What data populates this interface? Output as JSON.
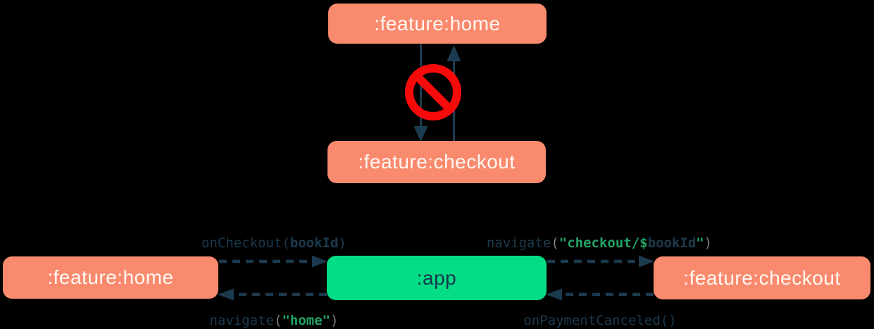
{
  "top_section": {
    "home_box": ":feature:home",
    "checkout_box": ":feature:checkout",
    "forbidden_icon": "no-entry-icon",
    "meaning": "direct dependency between feature modules is forbidden"
  },
  "bottom_section": {
    "home_box": ":feature:home",
    "app_box": ":app",
    "checkout_box": ":feature:checkout",
    "labels": {
      "on_checkout": {
        "fn_and_open": "onCheckout(",
        "arg": "bookId",
        "close": ")"
      },
      "navigate_checkout": {
        "fn": "navigate",
        "open": "(",
        "string_open": "\"checkout/$",
        "interpolated": "bookId",
        "string_close": "\"",
        "close": ")"
      },
      "navigate_home": {
        "fn": "navigate",
        "open": "(",
        "string": "\"home\"",
        "close": ")"
      },
      "on_payment_canceled": "onPaymentCanceled()"
    }
  },
  "colors": {
    "background": "#000000",
    "feature_box": "#FA8A6E",
    "app_box": "#04DD85",
    "box_text_light": "#FFF8F3",
    "box_text_dark": "#17374E",
    "arrow": "#1C3A4E",
    "code_text": "#1C3A4E",
    "code_string_green": "#21A366",
    "code_paren_gray": "#7A8084",
    "forbidden_red": "#F70A0A"
  }
}
